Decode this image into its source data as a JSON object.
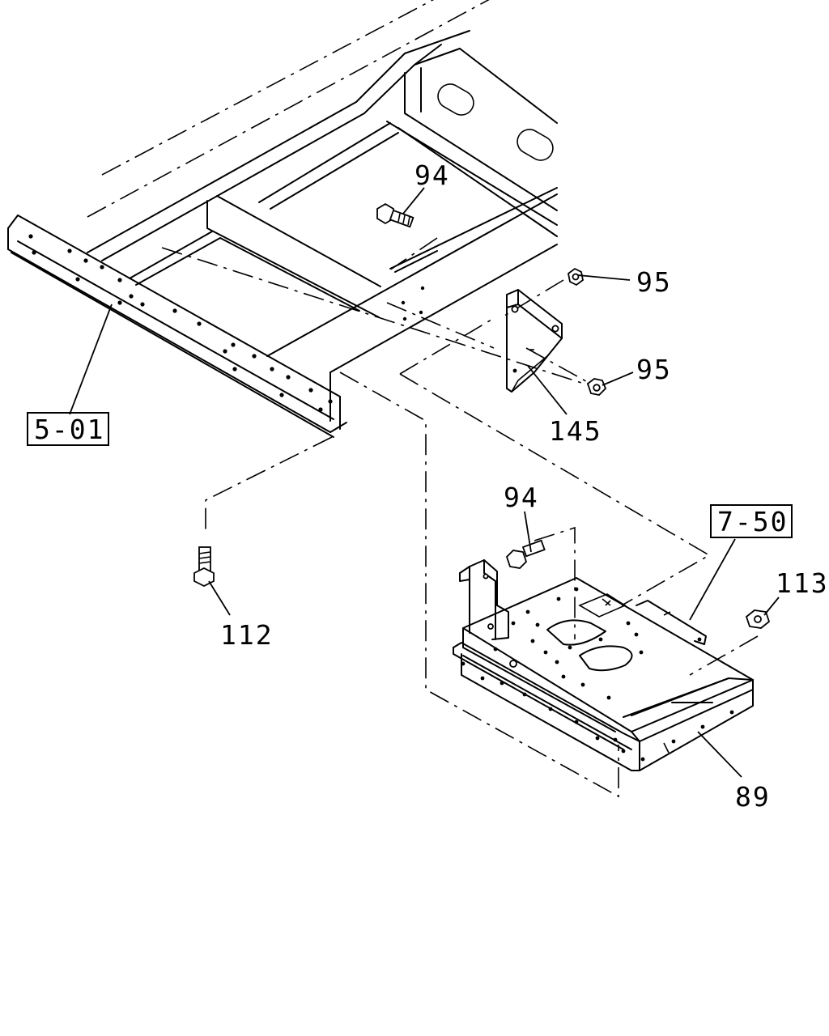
{
  "diagram": {
    "labels": {
      "p94_top": "94",
      "p95_a": "95",
      "p95_b": "95",
      "p145": "145",
      "ref_501": "5-01",
      "p94_mid": "94",
      "ref_750": "7-50",
      "p113": "113",
      "p112": "112",
      "p89": "89"
    }
  }
}
